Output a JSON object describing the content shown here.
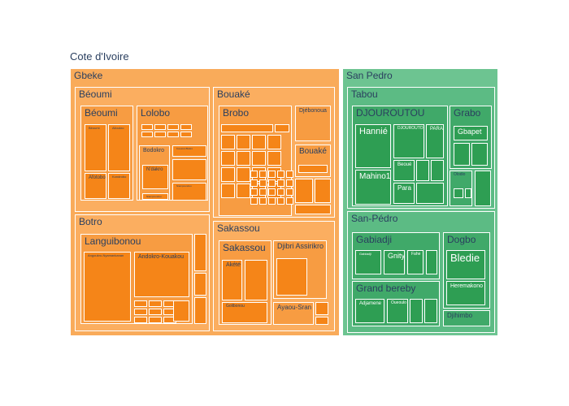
{
  "title": "Cote d'Ivoire",
  "colors": {
    "orange_l1": "#f9ab5a",
    "orange_l2": "#fbae60",
    "orange_l3": "#f79c42",
    "orange_leaf": "#f58518",
    "green_l1": "#6dc491",
    "green_l2": "#5cbb84",
    "green_l3": "#40a969",
    "green_leaf": "#2e9e53",
    "text": "#2a3f5f",
    "white": "#ffffff"
  },
  "chart_data": {
    "type": "treemap",
    "root": "Cote d'Ivoire",
    "regions": [
      {
        "name": "Gbeke",
        "departments": [
          {
            "name": "Béoumi",
            "subprefectures": [
              {
                "name": "Béoumi",
                "localities": [
                  "Béoumi",
                  "Alloukro",
                  "Afotobo",
                  "Kondrobo"
                ]
              },
              {
                "name": "Lolobo",
                "localities": [
                  "Bodokro",
                  "N'dakro",
                  "Kogonzo",
                  "Kouassi-Blékro",
                  "Niampoundou"
                ]
              }
            ]
          },
          {
            "name": "Bouaké",
            "subprefectures": [
              {
                "name": "Brobo",
                "localities": []
              },
              {
                "name": "Djébonoua",
                "localities": []
              },
              {
                "name": "Bouaké",
                "localities": []
              }
            ]
          },
          {
            "name": "Botro",
            "subprefectures": [
              {
                "name": "Languibonou",
                "localities": [
                  "Angoukro-Nyamankanan",
                  "Andokro-Kouakou"
                ]
              }
            ]
          },
          {
            "name": "Sakassou",
            "subprefectures": [
              {
                "name": "Sakassou",
                "localities": [
                  "Akété",
                  "Golibonou"
                ]
              },
              {
                "name": "Djibri Assirikro",
                "localities": []
              },
              {
                "name": "Ayaou-Sran",
                "localities": []
              }
            ]
          }
        ]
      },
      {
        "name": "San Pedro",
        "departments": [
          {
            "name": "Tabou",
            "subprefectures": [
              {
                "name": "DJOUROUTOU",
                "localities": [
                  "Hannié",
                  "DJOUROUTOU",
                  "PARA",
                  "Mahino1",
                  "Beoué",
                  "Para"
                ]
              },
              {
                "name": "Grabo",
                "localities": [
                  "Gbapet",
                  "Olodio"
                ]
              }
            ]
          },
          {
            "name": "San-Pédro",
            "subprefectures": [
              {
                "name": "Gabiadji",
                "localities": [
                  "Gnity",
                  "Fahe",
                  "Gabiadji"
                ]
              },
              {
                "name": "Grand bereby",
                "localities": [
                  "Adjamene",
                  "Oueoulo"
                ]
              },
              {
                "name": "Dogbo",
                "localities": [
                  "Bledie",
                  "Heremakono"
                ]
              },
              {
                "name": "Djihimbo",
                "localities": []
              }
            ]
          }
        ]
      }
    ]
  }
}
